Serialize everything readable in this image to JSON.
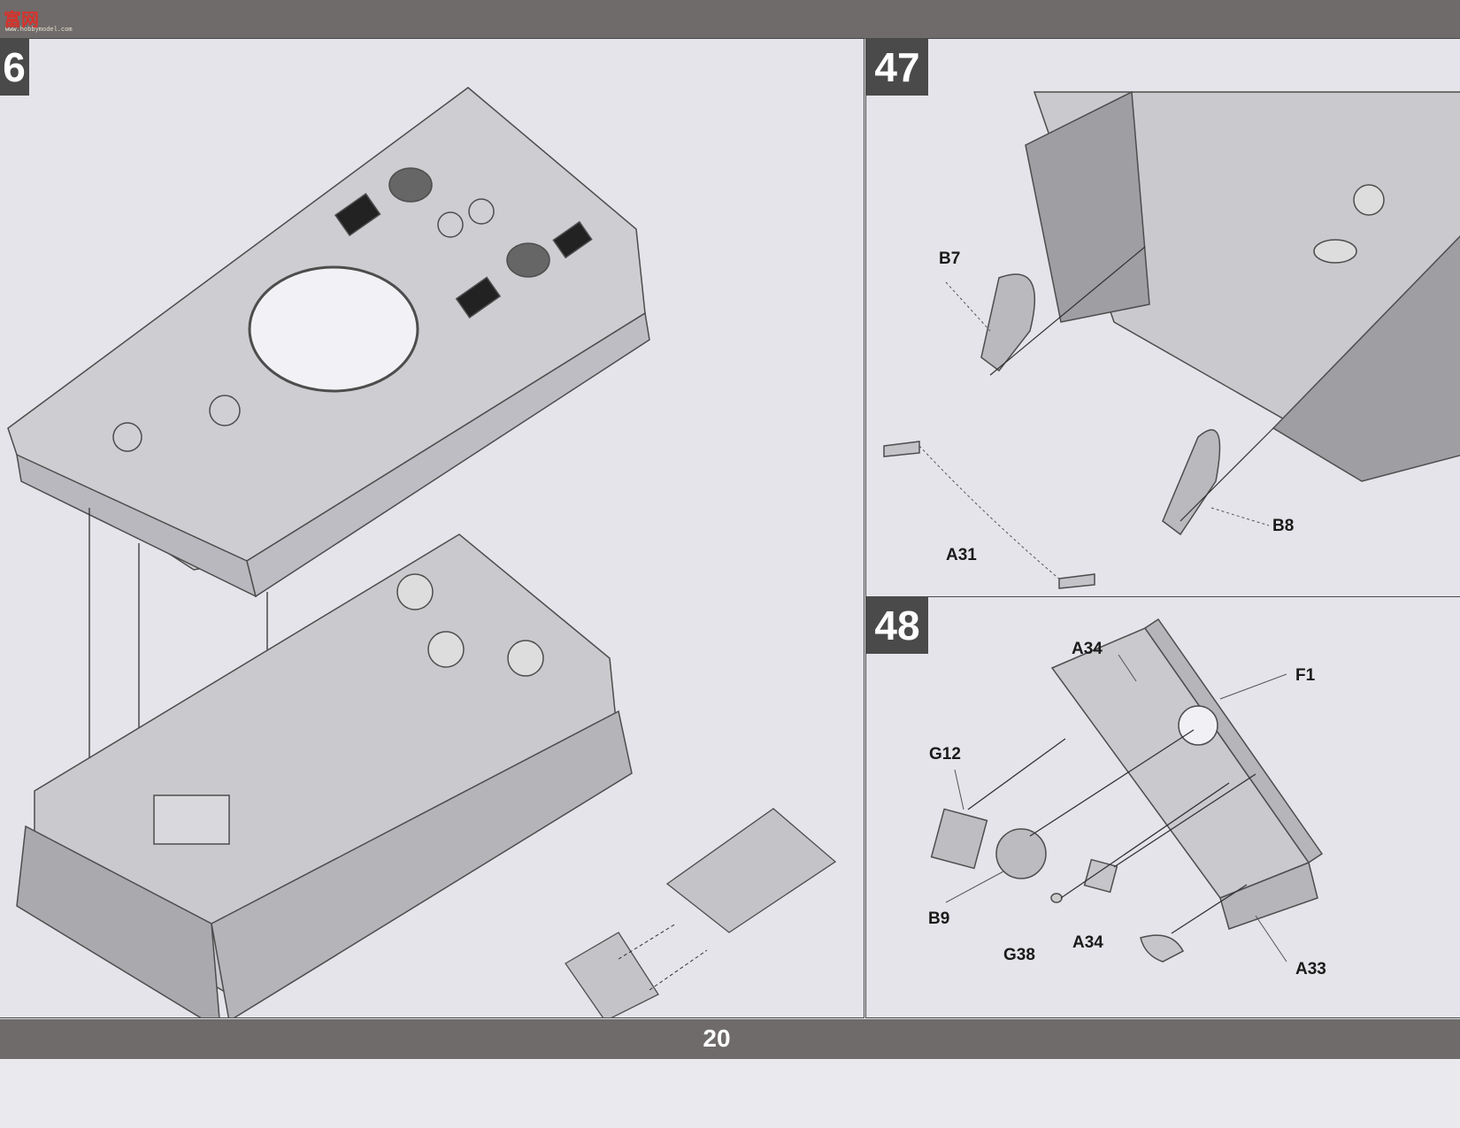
{
  "header": {
    "logo_text": "富网",
    "logo_sub": "www.hobbymodel.com"
  },
  "steps": [
    {
      "number": "6"
    },
    {
      "number": "47",
      "labels": {
        "b7": "B7",
        "b8": "B8",
        "a31": "A31"
      }
    },
    {
      "number": "48",
      "labels": {
        "a34_top": "A34",
        "f1": "F1",
        "g12": "G12",
        "b9": "B9",
        "g38": "G38",
        "a34_bottom": "A34",
        "a33": "A33"
      }
    }
  ],
  "footer": {
    "page_number": "20"
  }
}
